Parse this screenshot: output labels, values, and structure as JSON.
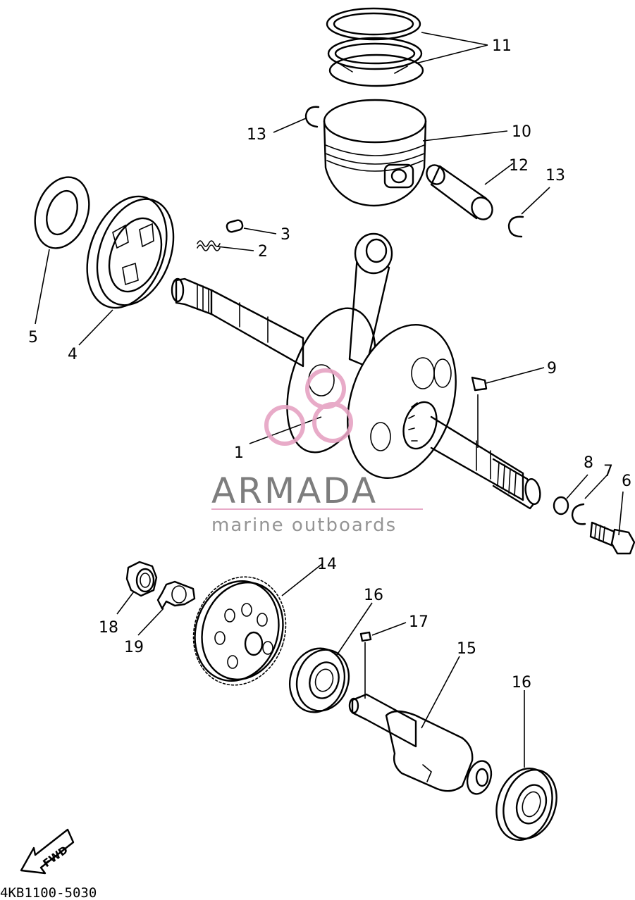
{
  "diagram": {
    "code": "4KB1100-5030",
    "fwd_label": "FWD",
    "callouts": [
      {
        "id": "11",
        "text": "11"
      },
      {
        "id": "10",
        "text": "10"
      },
      {
        "id": "13a",
        "text": "13"
      },
      {
        "id": "12",
        "text": "12"
      },
      {
        "id": "13b",
        "text": "13"
      },
      {
        "id": "3",
        "text": "3"
      },
      {
        "id": "2",
        "text": "2"
      },
      {
        "id": "5",
        "text": "5"
      },
      {
        "id": "4",
        "text": "4"
      },
      {
        "id": "9",
        "text": "9"
      },
      {
        "id": "1",
        "text": "1"
      },
      {
        "id": "8",
        "text": "8"
      },
      {
        "id": "7",
        "text": "7"
      },
      {
        "id": "6",
        "text": "6"
      },
      {
        "id": "14",
        "text": "14"
      },
      {
        "id": "16a",
        "text": "16"
      },
      {
        "id": "17",
        "text": "17"
      },
      {
        "id": "15",
        "text": "15"
      },
      {
        "id": "16b",
        "text": "16"
      },
      {
        "id": "18",
        "text": "18"
      },
      {
        "id": "19",
        "text": "19"
      }
    ]
  },
  "watermark": {
    "name": "ARMADA",
    "tagline": "marine outboards",
    "accent_color": "#e6a3c3"
  }
}
